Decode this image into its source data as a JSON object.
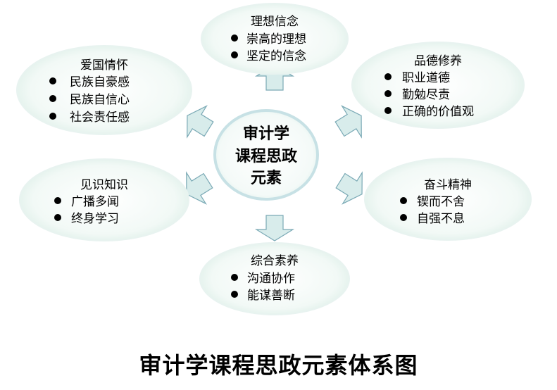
{
  "center": {
    "lines": [
      "审计学",
      "课程思政",
      "元素"
    ]
  },
  "nodes": {
    "top": {
      "title": "理想信念",
      "items": [
        "崇高的理想",
        "坚定的信念"
      ]
    },
    "top_right": {
      "title": "品德修养",
      "items": [
        "职业道德",
        "勤勉尽责",
        "正确的价值观"
      ]
    },
    "bottom_right": {
      "title": "奋斗精神",
      "items": [
        "锲而不舍",
        "自强不息"
      ]
    },
    "bottom": {
      "title": "综合素养",
      "items": [
        "沟通协作",
        "能谋善断"
      ]
    },
    "bottom_left": {
      "title": "见识知识",
      "items": [
        "广播多闻",
        "终身学习"
      ]
    },
    "top_left": {
      "title": "爱国情怀",
      "items": [
        "民族自豪感",
        "民族自信心",
        "社会责任感"
      ]
    }
  },
  "caption": "审计学课程思政元素体系图",
  "colors": {
    "ellipse_fill_inner": "#ffffff",
    "ellipse_fill_outer": "#dcefe8",
    "ellipse_stroke": "#e6f2ef",
    "center_stroke": "#cfe6e8",
    "arrow_fill": "#d8eceb",
    "arrow_stroke": "#7aa9b5"
  }
}
